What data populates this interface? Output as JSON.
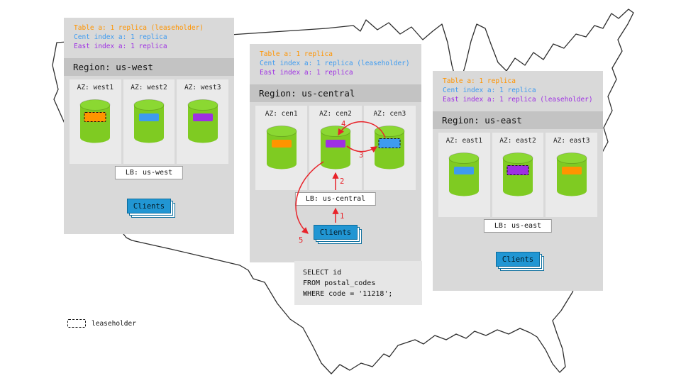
{
  "colors": {
    "orange": "#ff9400",
    "blue": "#3e9bf0",
    "purple": "#9e2fe3",
    "green_body": "#7fcb22",
    "green_top": "#8bd832",
    "client_blue": "#2196d3",
    "client_blue_dark": "#11719f",
    "panel_gray": "#d9d9d9",
    "bar_gray": "#c3c3c3",
    "az_gray": "#eaeaea",
    "arrow_red": "#e8232a"
  },
  "regions": {
    "west": {
      "summary": [
        "Table a: 1 replica (leaseholder)",
        "Cent index a: 1 replica",
        "East index a: 1 replica"
      ],
      "title": "Region: us-west",
      "azs": [
        {
          "label": "AZ: west1",
          "replica": {
            "color": "orange",
            "leaseholder": true
          }
        },
        {
          "label": "AZ: west2",
          "replica": {
            "color": "blue",
            "leaseholder": false
          }
        },
        {
          "label": "AZ: west3",
          "replica": {
            "color": "purple",
            "leaseholder": false
          }
        }
      ],
      "lb": "LB: us-west",
      "clients": "Clients"
    },
    "central": {
      "summary": [
        "Table a: 1 replica",
        "Cent index a: 1 replica (leaseholder)",
        "East index a: 1 replica"
      ],
      "title": "Region: us-central",
      "azs": [
        {
          "label": "AZ: cen1",
          "replica": {
            "color": "orange",
            "leaseholder": false
          }
        },
        {
          "label": "AZ: cen2",
          "replica": {
            "color": "purple",
            "leaseholder": false
          }
        },
        {
          "label": "AZ: cen3",
          "replica": {
            "color": "blue",
            "leaseholder": true
          }
        }
      ],
      "lb": "LB: us-central",
      "clients": "Clients"
    },
    "east": {
      "summary": [
        "Table a: 1 replica",
        "Cent index a: 1 replica",
        "East index a: 1 replica (leaseholder)"
      ],
      "title": "Region: us-east",
      "azs": [
        {
          "label": "AZ: east1",
          "replica": {
            "color": "blue",
            "leaseholder": false
          }
        },
        {
          "label": "AZ: east2",
          "replica": {
            "color": "purple",
            "leaseholder": true
          }
        },
        {
          "label": "AZ: east3",
          "replica": {
            "color": "orange",
            "leaseholder": false
          }
        }
      ],
      "lb": "LB: us-east",
      "clients": "Clients"
    }
  },
  "query": {
    "lines": [
      "SELECT id",
      "FROM postal_codes",
      "WHERE code = '11218';"
    ]
  },
  "arrows": {
    "steps": [
      "1",
      "2",
      "3",
      "4",
      "5"
    ]
  },
  "legend": {
    "label": "leaseholder"
  }
}
